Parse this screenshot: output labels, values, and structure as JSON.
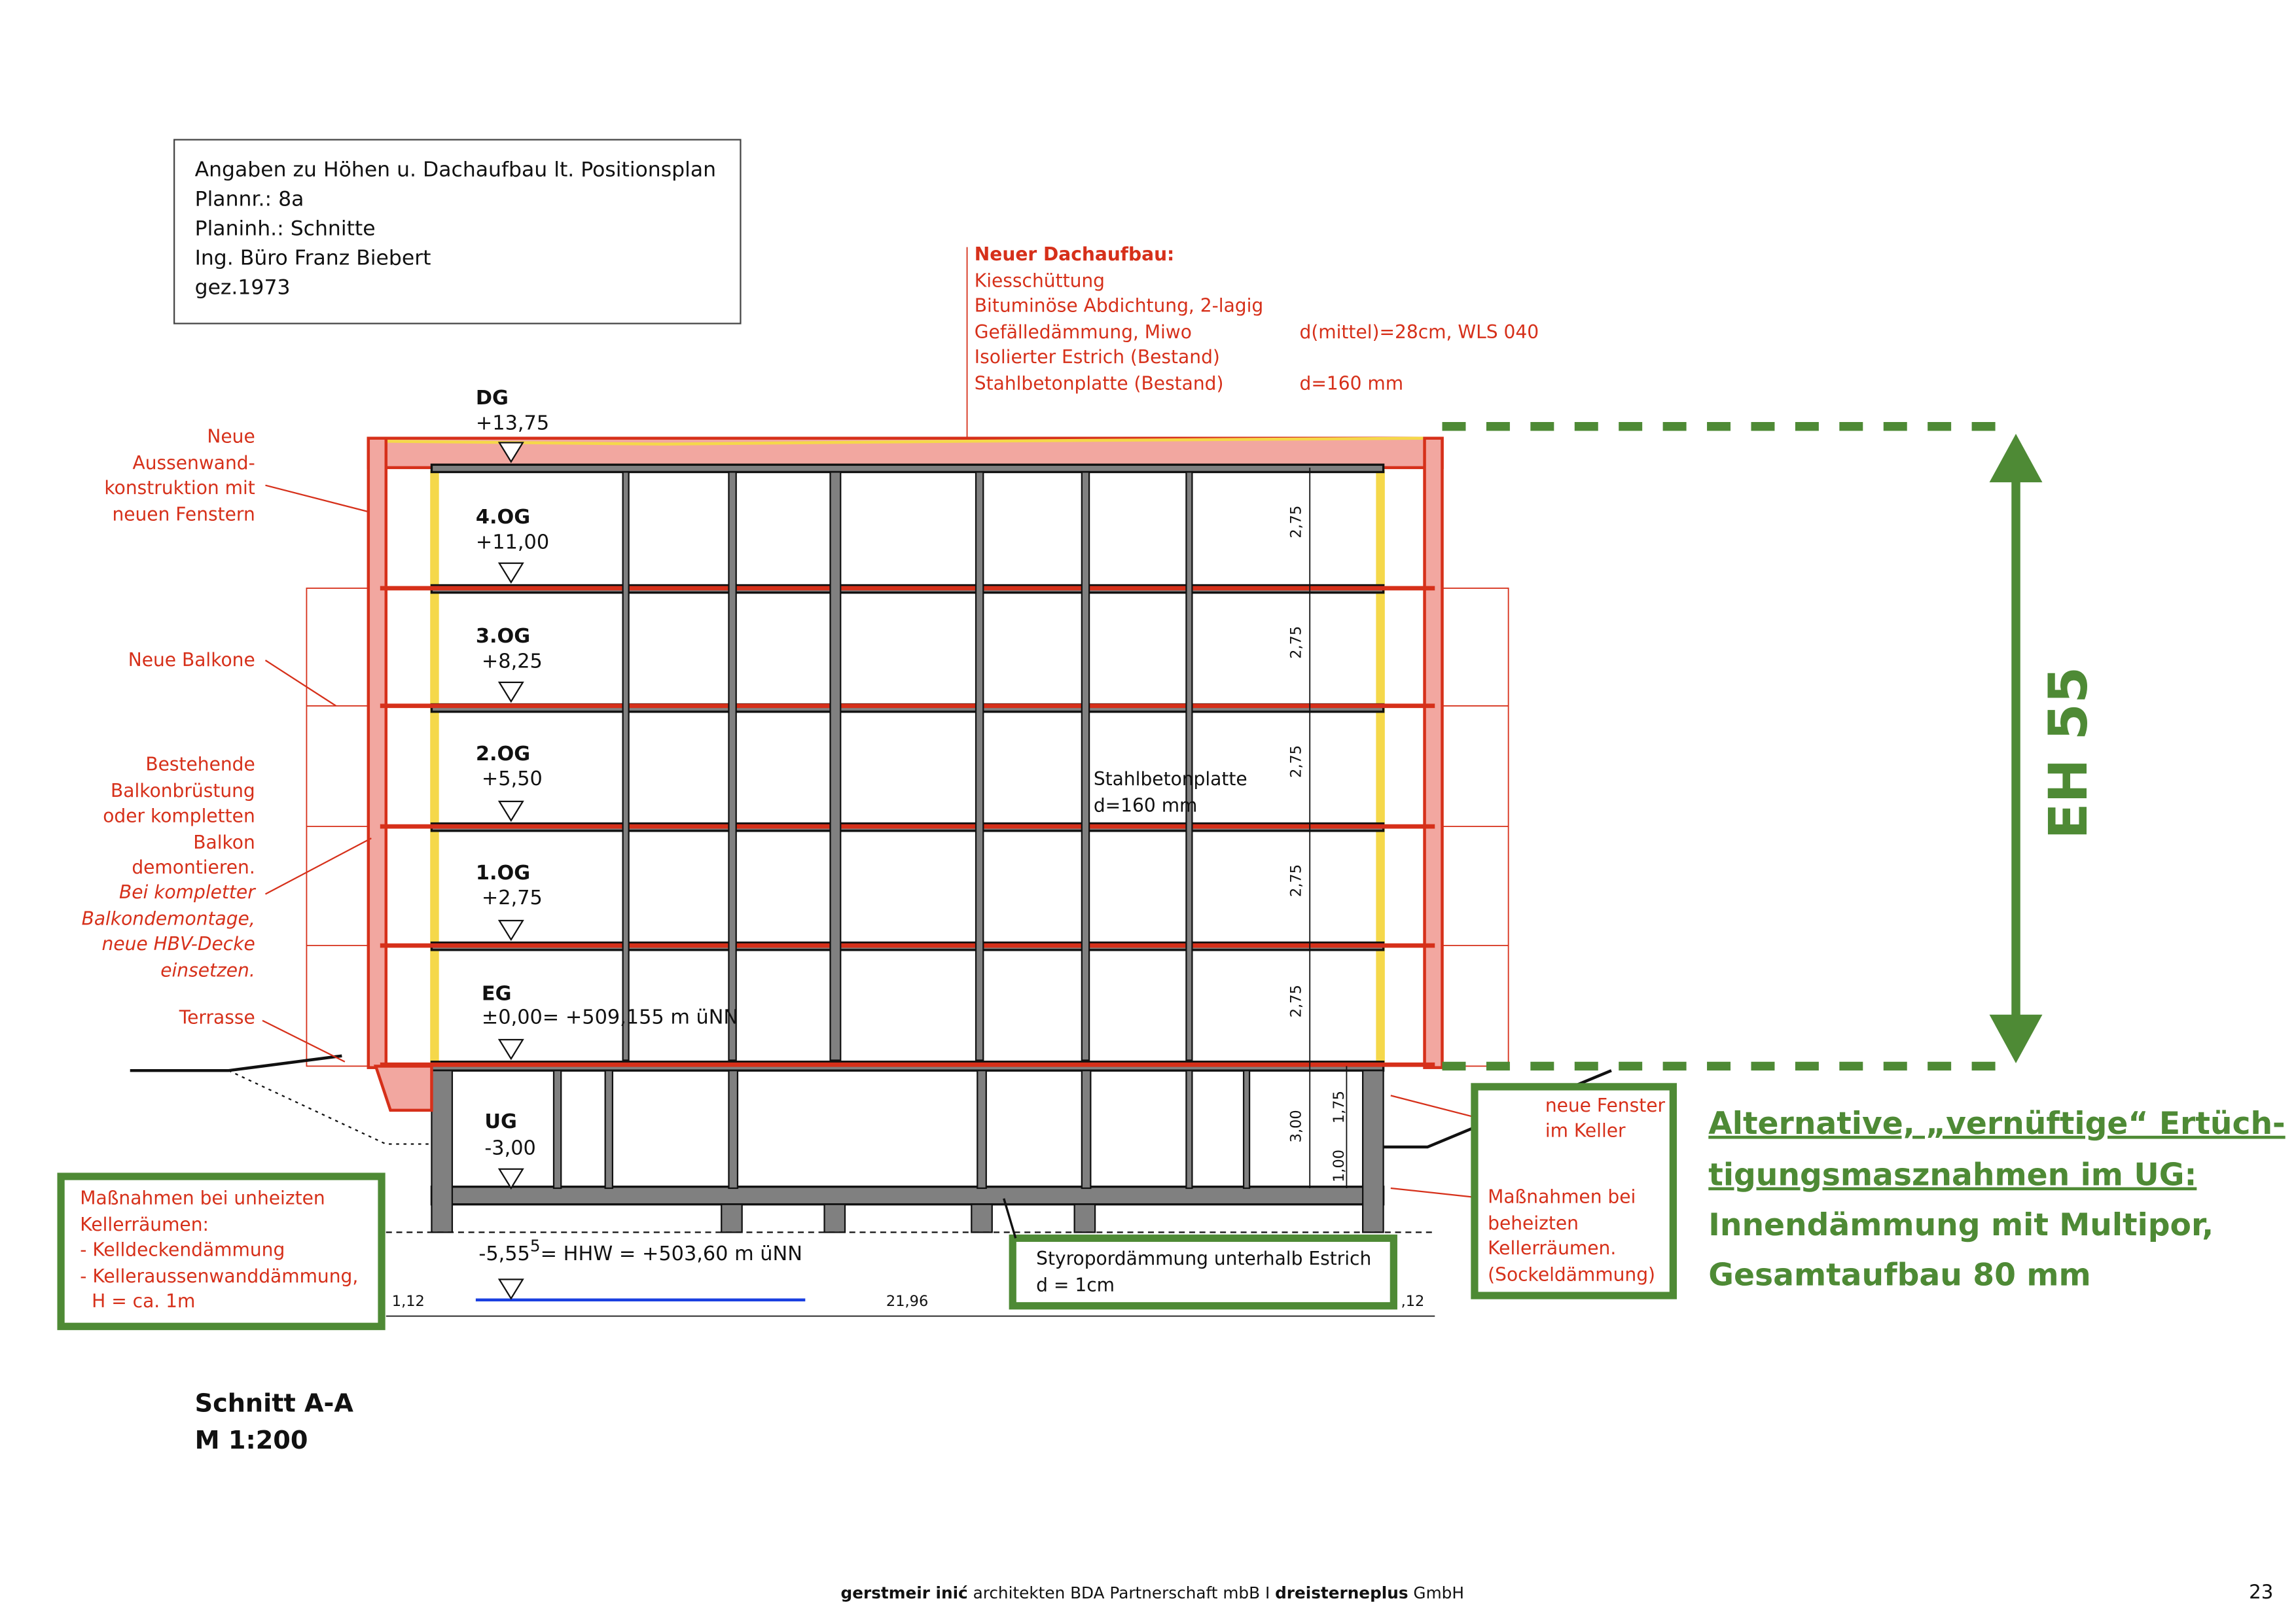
{
  "info_box": {
    "lines": [
      "Angaben zu Höhen u. Dachaufbau lt. Positionsplan",
      "Plannr.: 8a",
      "Planinh.: Schnitte",
      "Ing. Büro Franz Biebert",
      "gez.1973"
    ]
  },
  "roof_note": {
    "title": "Neuer Dachaufbau:",
    "lines": [
      "Kiesschüttung",
      "Bituminöse Abdichtung, 2-lagig",
      "Gefälledämmung, Miwo",
      "Isolierter Estrich (Bestand)",
      "Stahlbetonplatte (Bestand)"
    ],
    "values": [
      "d(mittel)=28cm, WLS 040",
      "d=160 mm"
    ]
  },
  "left_notes": {
    "aussenwand": [
      "Neue",
      "Aussenwand-",
      "konstruktion mit",
      "neuen Fenstern"
    ],
    "balkone": "Neue Balkone",
    "bestehende": [
      "Bestehende",
      "Balkonbrüstung",
      "oder kompletten",
      "Balkon",
      "demontieren."
    ],
    "bestehende_italic": [
      "Bei kompletter",
      "Balkondemontage,",
      "neue HBV-Decke",
      "einsetzen."
    ],
    "terrasse": "Terrasse"
  },
  "levels": [
    {
      "name": "DG",
      "elevation": "+13,75"
    },
    {
      "name": "4.OG",
      "elevation": "+11,00"
    },
    {
      "name": "3.OG",
      "elevation": "+8,25"
    },
    {
      "name": "2.OG",
      "elevation": "+5,50"
    },
    {
      "name": "1.OG",
      "elevation": "+2,75"
    },
    {
      "name": "EG",
      "elevation": "±0,00= +509,155 m üNN"
    },
    {
      "name": "UG",
      "elevation": "-3,00"
    }
  ],
  "slab_label": [
    "Stahlbetonplatte",
    "d=160 mm"
  ],
  "hhw": {
    "base": "-5,55",
    "sup": "5",
    "rest": "= HHW = +503,60 m üNN"
  },
  "dimensions": {
    "vertical": [
      "2,75",
      "2,75",
      "2,75",
      "2,75",
      "2,75",
      "3,00",
      "1,75",
      "1,00"
    ],
    "horizontal": [
      "1,12",
      "21,96",
      ",12"
    ]
  },
  "box_unheated": [
    "Maßnahmen bei unheizten",
    "Kellerräumen:",
    "- Kelldeckendämmung",
    "- Kelleraussenwanddämmung,",
    "  H = ca. 1m"
  ],
  "box_styropor": [
    "Styropordämmung unterhalb Estrich",
    "d = 1cm"
  ],
  "box_heated": {
    "window": [
      "neue Fenster",
      "im Keller"
    ],
    "lines": [
      "Maßnahmen bei",
      "beheizten",
      "Kellerräumen.",
      "(Sockeldämmung)"
    ]
  },
  "eh_label": "EH 55",
  "alternative": {
    "underlined": [
      "Alternative, „vernüftige“ Ertüch-",
      "tigungsmasznahmen im UG:"
    ],
    "lines": [
      "Innendämmung mit Multipor,",
      "Gesamtaufbau 80 mm"
    ]
  },
  "title": [
    "Schnitt A-A",
    "M 1:200"
  ],
  "footer": {
    "bold1": "gerstmeir inić",
    "text1": " architekten BDA Partnerschaft mbB I ",
    "bold2": "dreisterneplus",
    "text2": " GmbH"
  },
  "page_number": "23",
  "colors": {
    "red": "#d6301a",
    "green": "#4e8a35",
    "yellow": "#f5d84a",
    "gray": "#808080",
    "blue": "#1a3fe0"
  }
}
